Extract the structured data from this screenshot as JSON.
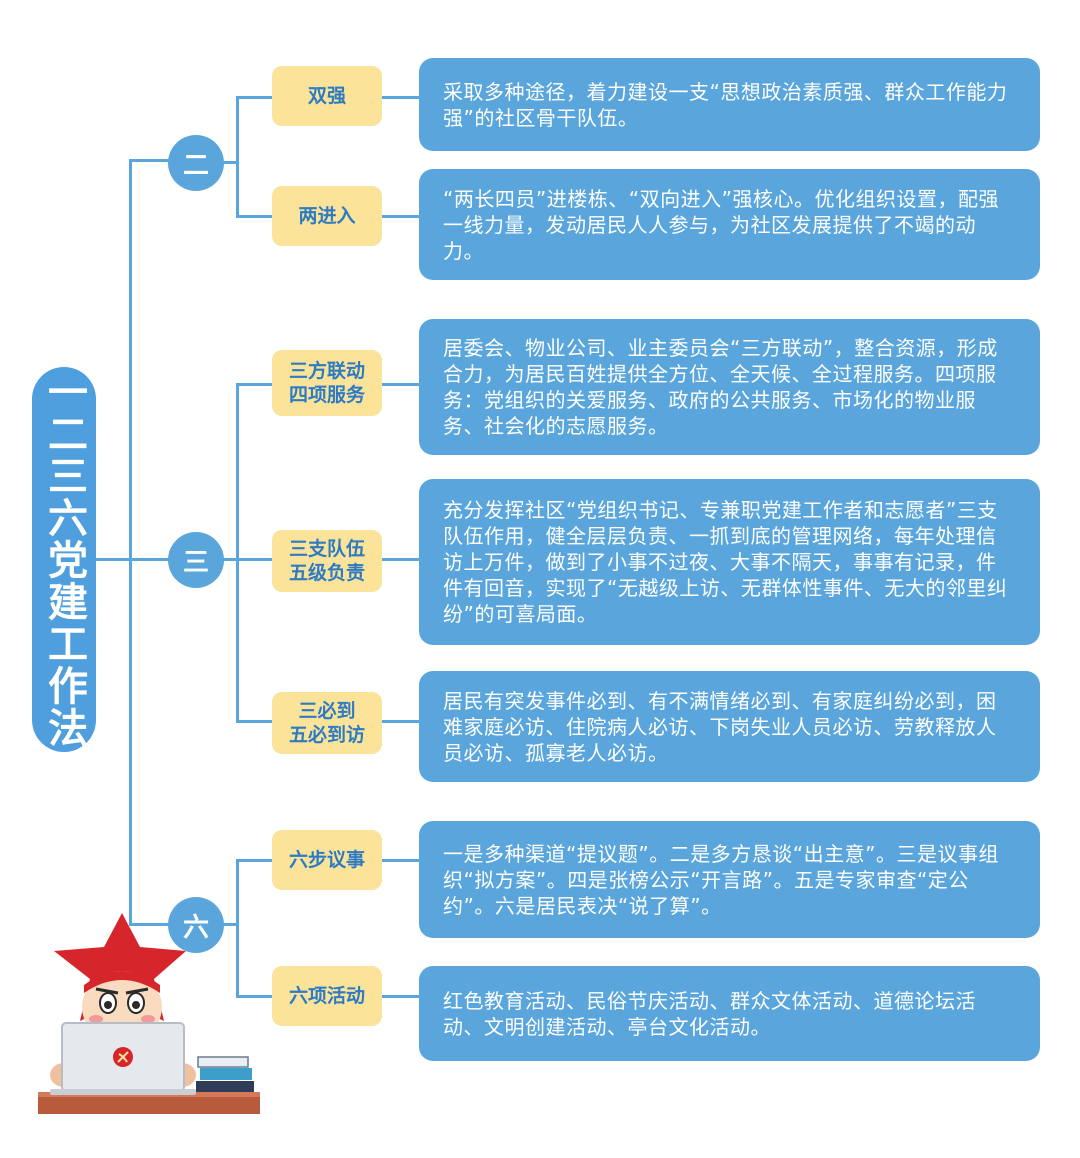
{
  "title": "一二三六党建工作法",
  "sections": [
    {
      "num": "二",
      "items": [
        {
          "label": "双强",
          "desc": "采取多种途径，着力建设一支“思想政治素质强、群众工作能力强”的社区骨干队伍。"
        },
        {
          "label": "两进入",
          "desc": "“两长四员”进楼栋、“双向进入”强核心。优化组织设置，配强一线力量，发动居民人人参与，为社区发展提供了不竭的动力。"
        }
      ]
    },
    {
      "num": "三",
      "items": [
        {
          "label": "三方联动\n四项服务",
          "desc": "居委会、物业公司、业主委员会“三方联动”，整合资源，形成合力，为居民百姓提供全方位、全天候、全过程服务。四项服务：党组织的关爱服务、政府的公共服务、市场化的物业服务、社会化的志愿服务。"
        },
        {
          "label": "三支队伍\n五级负责",
          "desc": "充分发挥社区“党组织书记、专兼职党建工作者和志愿者”三支队伍作用，健全层层负责、一抓到底的管理网络，每年处理信访上万件，做到了小事不过夜、大事不隔天，事事有记录，件件有回音，实现了“无越级上访、无群体性事件、无大的邻里纠纷”的可喜局面。"
        },
        {
          "label": "三必到\n五必到访",
          "desc": "居民有突发事件必到、有不满情绪必到、有家庭纠纷必到，困难家庭必访、住院病人必访、下岗失业人员必访、劳教释放人员必访、孤寡老人必访。"
        }
      ]
    },
    {
      "num": "六",
      "items": [
        {
          "label": "六步议事",
          "desc": "一是多种渠道“提议题”。二是多方恳谈“出主意”。三是议事组织“拟方案”。四是张榜公示“开言路”。五是专家审查“定公约”。六是居民表决“说了算”。"
        },
        {
          "label": "六项活动",
          "desc": "红色教育活动、民俗节庆活动、群众文体活动、道德论坛活动、文明创建活动、亭台文化活动。"
        }
      ]
    }
  ],
  "colors": {
    "accent": "#5aa6dc",
    "label_bg": "#fce39a",
    "label_text": "#2d7bc2"
  }
}
